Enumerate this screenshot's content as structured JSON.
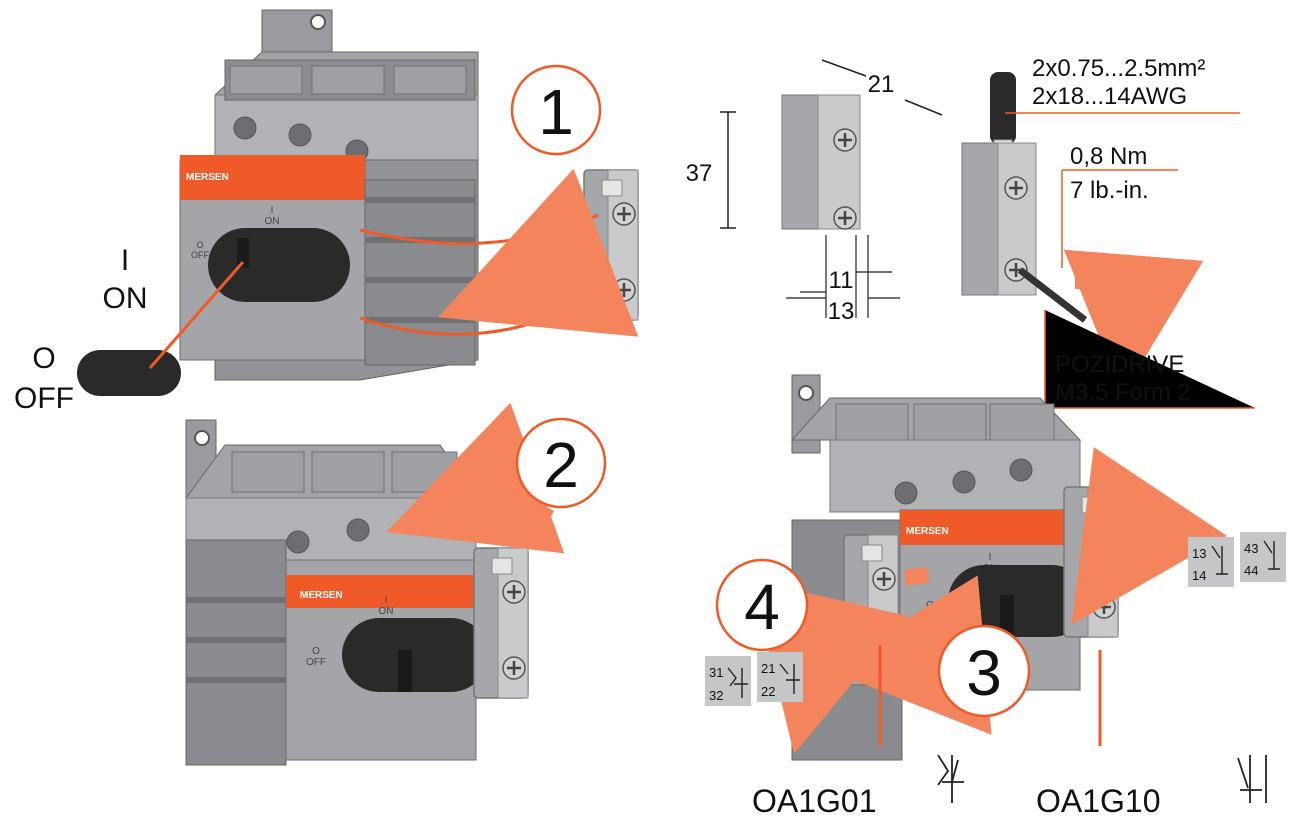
{
  "brand": "MERSEN",
  "switch_marks": {
    "on_i": "I",
    "on_text": "ON",
    "off_o": "O",
    "off_text": "OFF"
  },
  "steps": {
    "s1": "1",
    "s2": "2",
    "s3": "3",
    "s4": "4"
  },
  "handle_legend": {
    "on_i": "I",
    "on_text": "ON",
    "off_o": "O",
    "off_text": "OFF"
  },
  "dimensions": {
    "depth": "21",
    "height": "37",
    "inner_width": "11",
    "outer_width": "13"
  },
  "wiring": {
    "wire_metric": "2x0.75...2.5mm²",
    "wire_awg": "2x18...14AWG",
    "torque_nm": "0,8 Nm",
    "torque_lbin": "7 lb.-in.",
    "driver_type": "POZIDRIVE",
    "driver_size": "M3.5  Form 2"
  },
  "contacts": {
    "c31": "31",
    "c32": "32",
    "c21": "21",
    "c22": "22",
    "c13": "13",
    "c14": "14",
    "c43": "43",
    "c44": "44"
  },
  "parts": {
    "nc_model": "OA1G01",
    "no_model": "OA1G10"
  },
  "colors": {
    "accent": "#f05a28",
    "arrow": "#f4845c",
    "body_gray": "#8f9093",
    "light_gray": "#b7b8ba",
    "dark_gray": "#6b6c6f",
    "handle": "#2a2a2a"
  }
}
